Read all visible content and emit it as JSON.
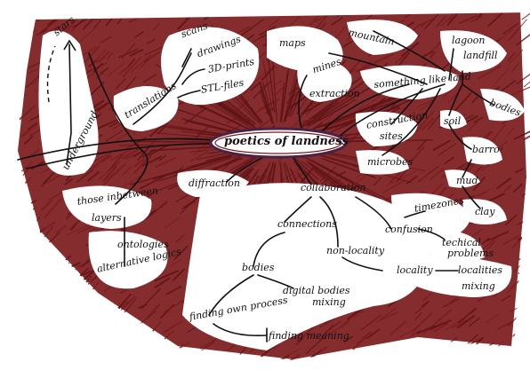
{
  "colors": {
    "background": "#ffffff",
    "hatch": "#7a1a1c",
    "hatch_dark": "#5e1214",
    "ink": "#111111",
    "center_outline": "#4a2246"
  },
  "center": {
    "label": "poetics of landness"
  },
  "nodes": {
    "stars": "stars",
    "underground": "underground",
    "scans": "scans",
    "drawings": "drawings",
    "prints3d": "3D-prints",
    "stl": "STL-files",
    "translations": "translations",
    "maps": "maps",
    "mountain": "mountain",
    "lagoon": "lagoon",
    "mines": "mines",
    "landfill": "landfill",
    "extraction": "extraction",
    "something_like_land": "something like land",
    "bodies_right": "bodies",
    "soil": "soil",
    "construction": "construction",
    "sites": "sites",
    "barro": "barro",
    "microbes": "microbes",
    "mud": "mud",
    "clay": "clay",
    "diffraction": "diffraction",
    "collaboration": "collaboration",
    "those_inbetween": "those inbetween",
    "layers": "layers",
    "timezones": "timezones",
    "connections": "connections",
    "confusion": "confusion",
    "ontologies": "ontologies",
    "technical": "techical",
    "problems": "problems",
    "non_locality": "non-locality",
    "alternative_logics": "alternative logics",
    "bodies_mid": "bodies",
    "locality": "locality",
    "localities": "localities",
    "mixing_right": "mixing",
    "digital_bodies": "digital bodies",
    "mixing_mid": "mixing",
    "finding_own_process": "finding own process",
    "finding_meaning": "finding meaning"
  }
}
